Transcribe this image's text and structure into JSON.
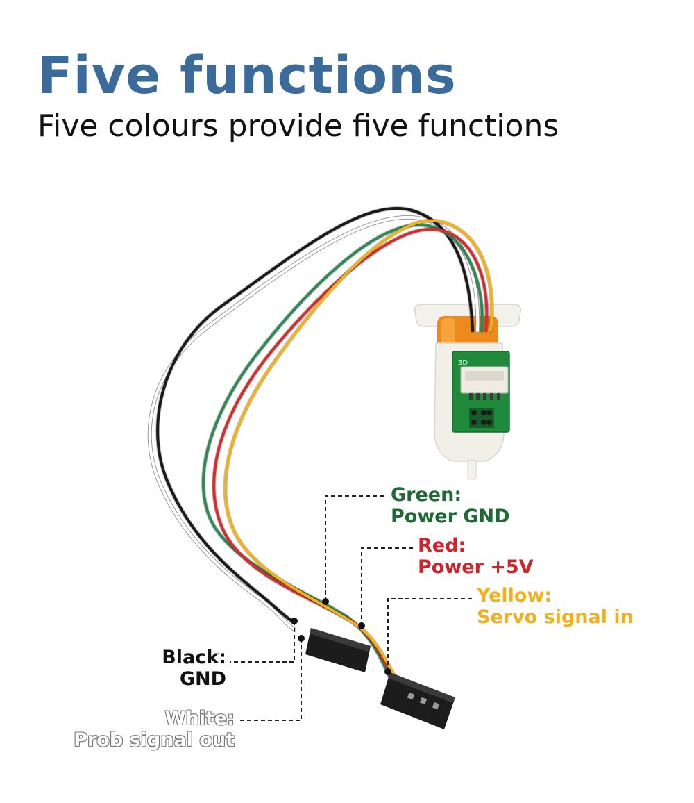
{
  "header": {
    "title": "Five functions",
    "subtitle": "Five colours provide five functions"
  },
  "board": {
    "silkscreen": "3D"
  },
  "wires": [
    {
      "name": "Green",
      "color": "#2e8b57",
      "label": "Green:",
      "function": "Power GND",
      "text_color": "#1e6a35"
    },
    {
      "name": "Red",
      "color": "#d62d2d",
      "label": "Red:",
      "function": "Power +5V",
      "text_color": "#d12229"
    },
    {
      "name": "Yellow",
      "color": "#f2b21c",
      "label": "Yellow:",
      "function": "Servo signal in",
      "text_color": "#f2b01a"
    },
    {
      "name": "Black",
      "color": "#1a1a1a",
      "label": "Black:",
      "function": "GND",
      "text_color": "#111111"
    },
    {
      "name": "White",
      "color": "#ffffff",
      "label": "White:",
      "function": "Prob signal out",
      "text_color": "#ffffff"
    }
  ]
}
